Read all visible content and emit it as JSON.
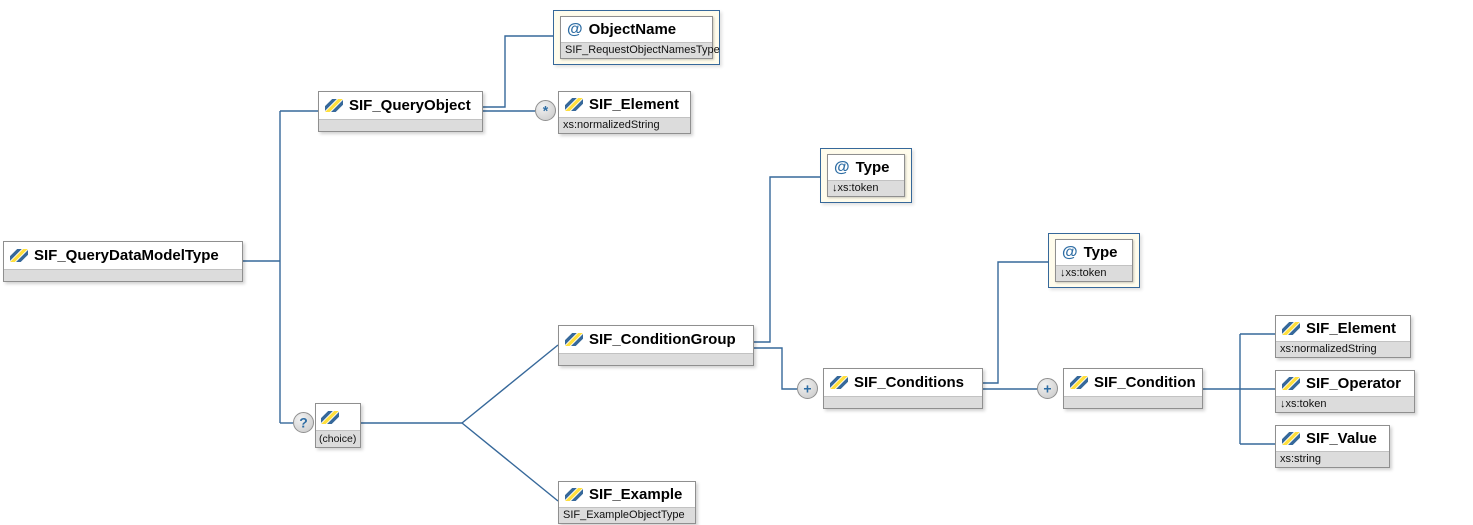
{
  "nodes": {
    "query_data_model": {
      "label": "SIF_QueryDataModelType"
    },
    "query_object": {
      "label": "SIF_QueryObject"
    },
    "object_name": {
      "glyph": "@",
      "label": "ObjectName",
      "type": "SIF_RequestObjectNamesType"
    },
    "element_top": {
      "label": "SIF_Element",
      "type": "xs:normalizedString"
    },
    "type_attr_1": {
      "glyph": "@",
      "label": "Type",
      "type": "↓xs:token"
    },
    "choice": {
      "label": "(choice)"
    },
    "condition_group": {
      "label": "SIF_ConditionGroup"
    },
    "type_attr_2": {
      "glyph": "@",
      "label": "Type",
      "type": "↓xs:token"
    },
    "conditions": {
      "label": "SIF_Conditions"
    },
    "condition": {
      "label": "SIF_Condition"
    },
    "condition_element": {
      "label": "SIF_Element",
      "type": "xs:normalizedString"
    },
    "condition_operator": {
      "label": "SIF_Operator",
      "type": "↓xs:token"
    },
    "condition_value": {
      "label": "SIF_Value",
      "type": "xs:string"
    },
    "example": {
      "label": "SIF_Example",
      "type": "SIF_ExampleObjectType"
    }
  },
  "markers": {
    "optional_choice": "?",
    "repeating_element": "*",
    "expand_conditions": "+",
    "expand_condition": "+"
  },
  "colors": {
    "connector": "#36689a",
    "icon_blue": "#36689a",
    "icon_yellow": "#ffdf3d",
    "attr_panel_bg": "#fffcec",
    "node_strip": "#dcdcdc"
  }
}
